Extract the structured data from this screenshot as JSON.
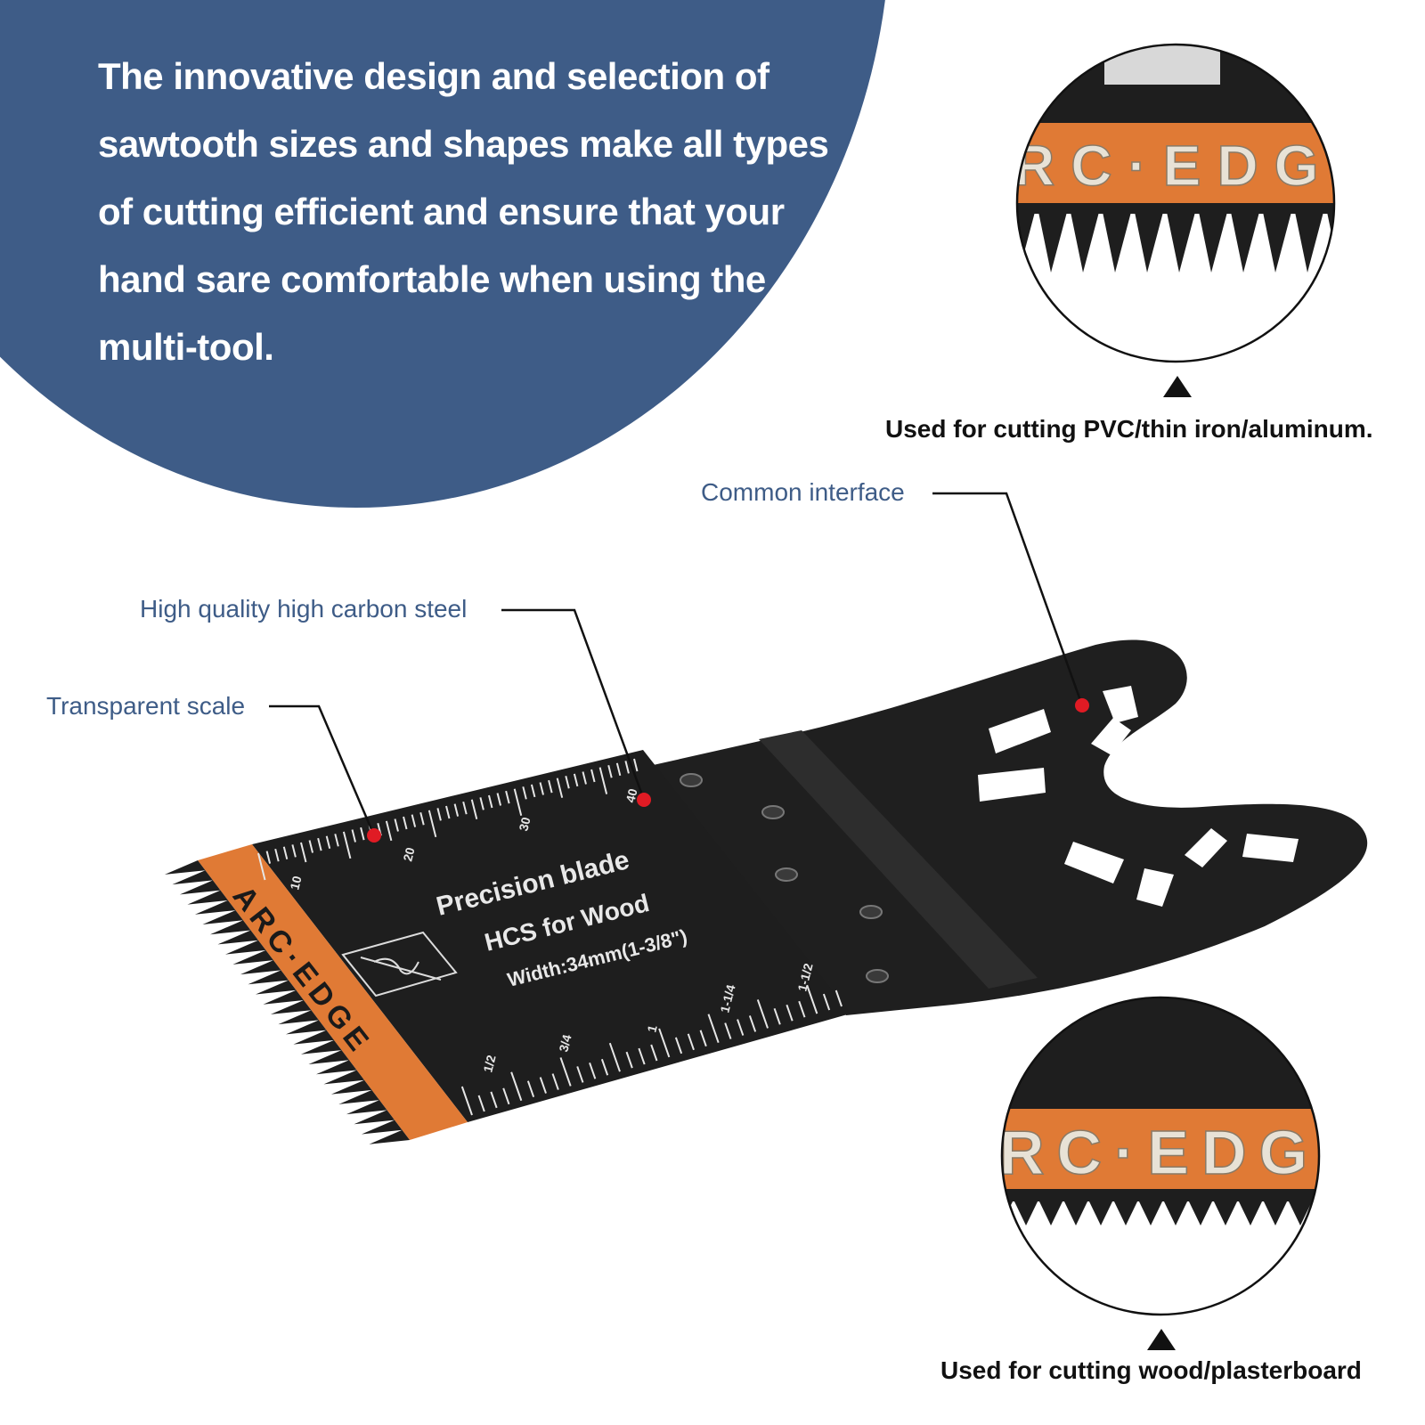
{
  "intro": {
    "text": "The innovative design and selection of sawtooth sizes and shapes make all types of cutting efficient and ensure that your hand sare comfortable when using the multi-tool."
  },
  "callouts": {
    "transparent_scale": "Transparent scale",
    "high_carbon_steel": "High quality high carbon steel",
    "common_interface": "Common interface"
  },
  "zoom_top": {
    "brand_fragment": "RC·EDG",
    "caption": "Used for cutting PVC/thin iron/aluminum."
  },
  "zoom_bottom": {
    "brand_fragment": "RC·EDG",
    "caption": "Used for cutting wood/plasterboard"
  },
  "blade": {
    "brand": "ARC·EDGE",
    "line1": "Precision blade",
    "line2": "HCS for Wood",
    "line3": "Width:34mm(1-3/8\")",
    "metric_labels": [
      "10",
      "20",
      "30",
      "40"
    ],
    "imperial_labels": [
      "1/2",
      "3/4",
      "1",
      "1-1/4",
      "1-1/2"
    ]
  },
  "colors": {
    "panel_blue": "#3e5c87",
    "blade_orange": "#e07a35",
    "blade_black": "#1e1e1e",
    "marker_red": "#e01b24"
  }
}
